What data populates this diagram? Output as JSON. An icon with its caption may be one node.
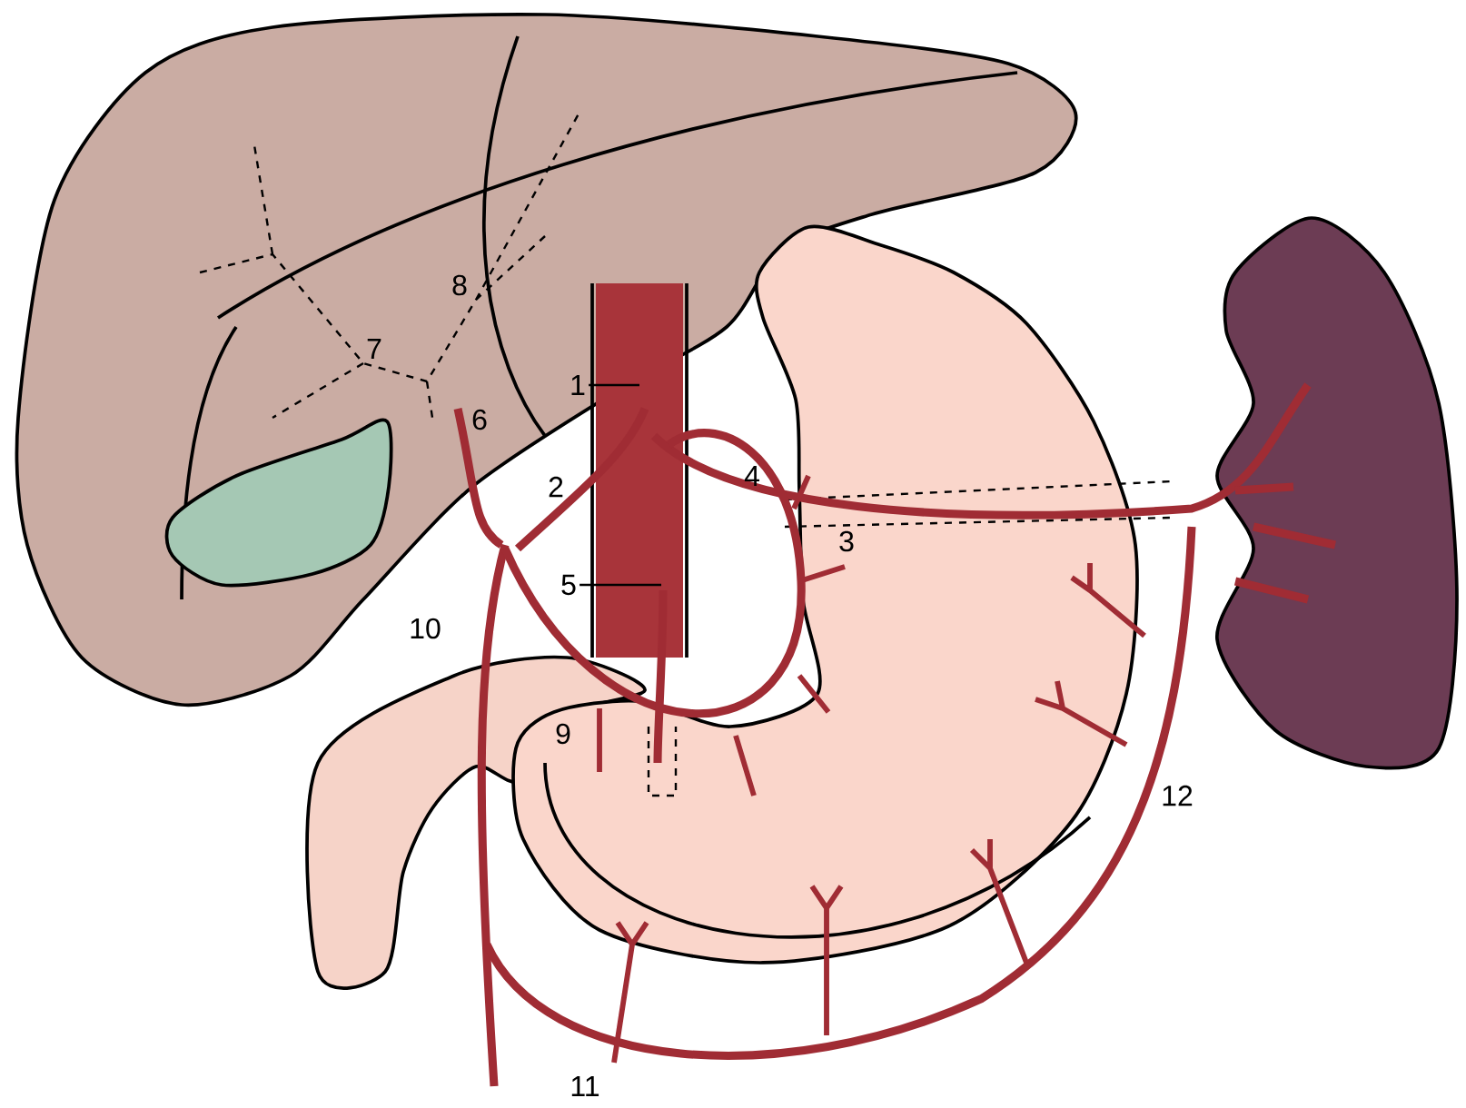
{
  "diagram": {
    "nodes": [
      {
        "text": [
          "1"
        ]
      },
      {
        "text": [
          "5"
        ]
      }
    ],
    "edges": [
      {
        "from": 0,
        "to": null,
        "arrow": "none"
      },
      {
        "from": 1,
        "to": null,
        "arrow": "none"
      }
    ],
    "labels": [
      "8",
      "7",
      "6",
      "2",
      "4",
      "3",
      "10",
      "9",
      "12",
      "11"
    ]
  }
}
